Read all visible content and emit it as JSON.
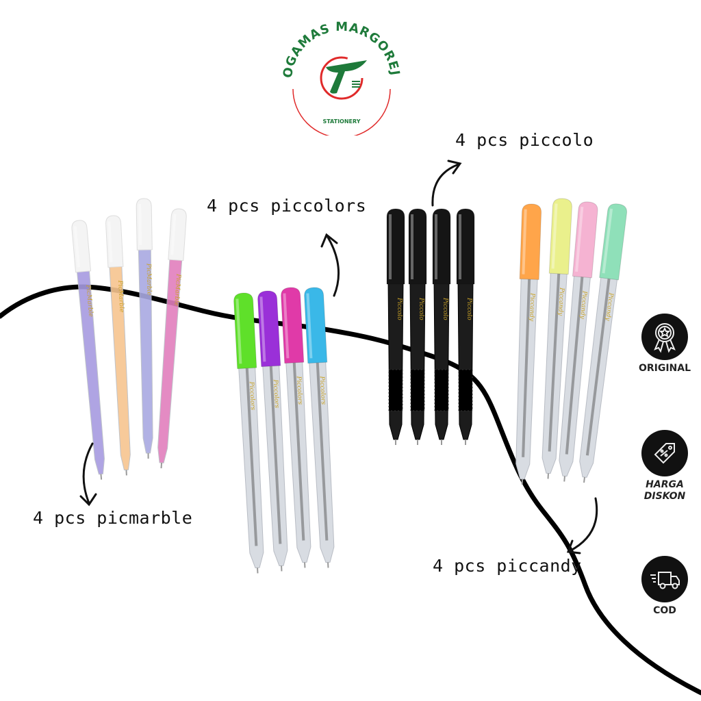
{
  "logo": {
    "brand": "TOGAMAS MARGOREJO",
    "subtitle": "STATIONERY",
    "green": "#1e7a3a",
    "red": "#e02a2a"
  },
  "labels": {
    "picmarble": "4 pcs picmarble",
    "piccolors": "4 pcs piccolors",
    "piccolo": "4 pcs piccolo",
    "piccandy": "4 pcs piccandy"
  },
  "pen_groups": [
    {
      "name": "picmarble",
      "print": "PicMarble",
      "caps": [
        "#f4f4f4",
        "#f4f4f4",
        "#f4f4f4",
        "#f4f4f4"
      ],
      "bodies": [
        "#a79be0",
        "#f7c590",
        "#a9a9e2",
        "#e27fbd"
      ]
    },
    {
      "name": "piccolors",
      "print": "Piccolors",
      "caps": [
        "#5fe02a",
        "#9a30d8",
        "#e03aa8",
        "#3ab8e8"
      ],
      "bodies": [
        "#d8dce2",
        "#d8dce2",
        "#d8dce2",
        "#d8dce2"
      ]
    },
    {
      "name": "piccolo",
      "print": "Piccolo",
      "caps": [
        "#151515",
        "#151515",
        "#151515",
        "#151515"
      ],
      "bodies": [
        "#1c1c1c",
        "#1c1c1c",
        "#1c1c1c",
        "#1c1c1c"
      ]
    },
    {
      "name": "piccandy",
      "print": "Piccandy",
      "caps": [
        "#ffa54a",
        "#eaf08c",
        "#f5b3d2",
        "#8fe0b9"
      ],
      "bodies": [
        "#d8dce2",
        "#d8dce2",
        "#d8dce2",
        "#d8dce2"
      ]
    }
  ],
  "badges": [
    {
      "icon": "award-ribbon-icon",
      "label": "ORIGINAL"
    },
    {
      "icon": "discount-tag-icon",
      "label": "HARGA DISKON"
    },
    {
      "icon": "delivery-truck-icon",
      "label": "COD"
    }
  ]
}
